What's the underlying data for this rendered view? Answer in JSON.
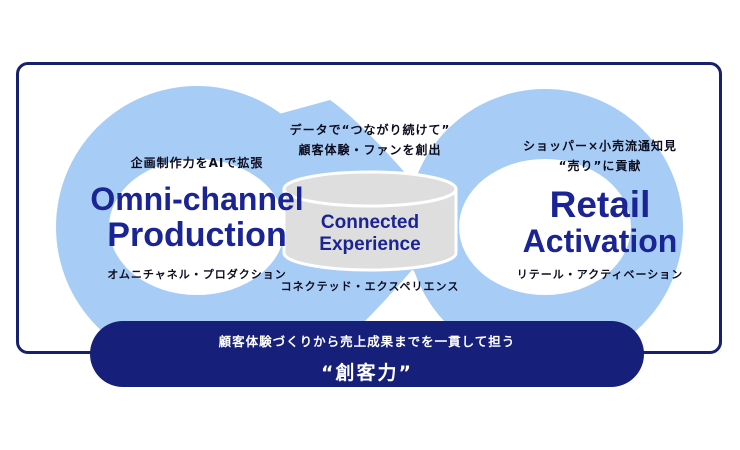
{
  "colors": {
    "frame": "#16206e",
    "loop": "#a7cdf6",
    "title": "#1a2494",
    "banner": "#16207a",
    "cylinder": "#dedede"
  },
  "left": {
    "caption": "企画制作力をAIで拡張",
    "title_line1": "Omni-channel",
    "title_line2": "Production",
    "subtitle": "オムニチャネル・プロダクション"
  },
  "center": {
    "caption_line1": "データで“つながり続けて”",
    "caption_line2": "顧客体験・ファンを創出",
    "title_line1": "Connected",
    "title_line2": "Experience",
    "subtitle": "コネクテッド・エクスペリエンス"
  },
  "right": {
    "caption_line1": "ショッパー×小売流通知見",
    "caption_line2": "“売り”に貢献",
    "title_line1": "Retail",
    "title_line2": "Activation",
    "subtitle": "リテール・アクティベーション"
  },
  "banner": {
    "line1": "顧客体験づくりから売上成果までを一貫して担う",
    "line2": "“創客力”"
  }
}
